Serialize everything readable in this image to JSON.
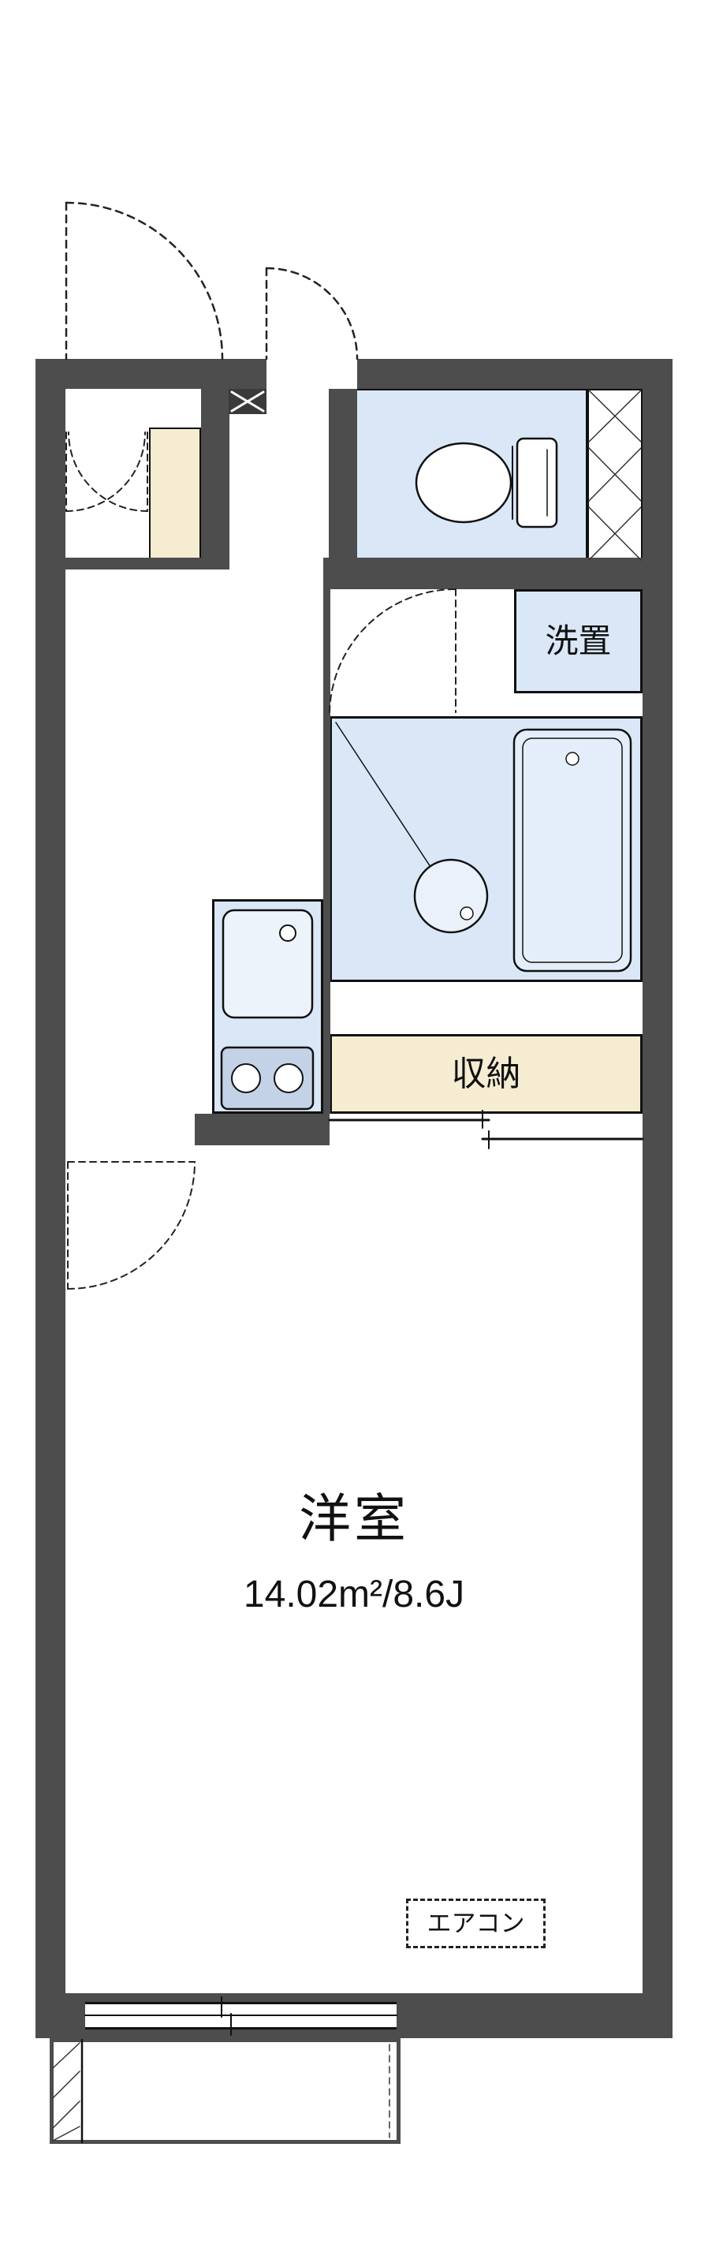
{
  "labels": {
    "laundry": "洗置",
    "storage": "収納",
    "room_name": "洋室",
    "room_area": "14.02m²/8.6J",
    "aircon": "エアコン"
  },
  "icons": {
    "toilet": "toilet-icon",
    "bathtub": "bathtub-icon",
    "washbasin": "washbasin-icon",
    "sink": "kitchen-sink-icon",
    "stove": "two-burner-stove-icon",
    "door_swings": "door-swing-arc-icon",
    "pipe_space": "hatched-pipe-space-icon"
  },
  "colors": {
    "wall": "#4d4d4d",
    "blue": "#d9e7f7",
    "cream": "#f6ecd2",
    "line": "#111111"
  }
}
